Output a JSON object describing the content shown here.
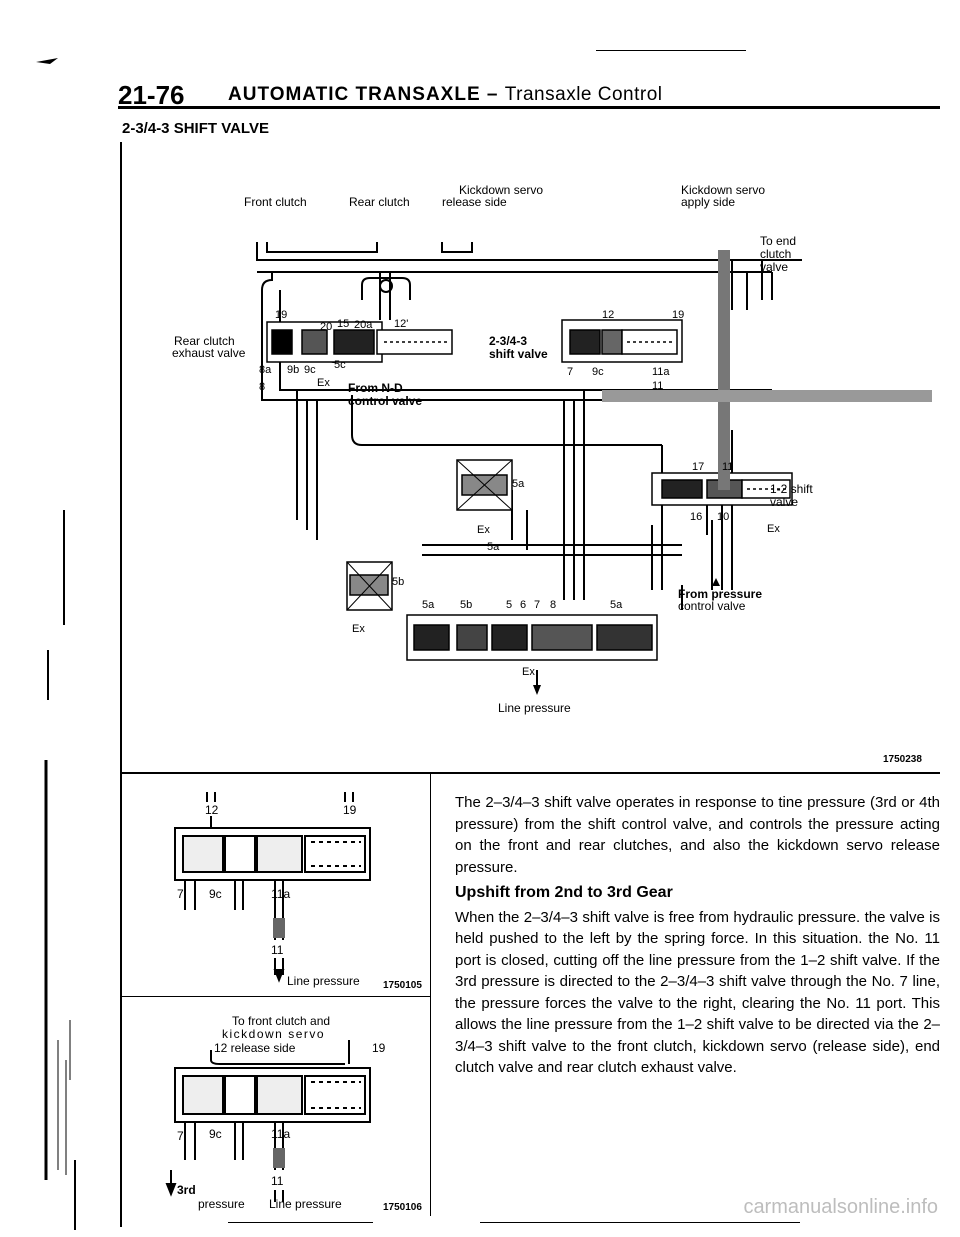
{
  "header": {
    "page_number": "21-76",
    "title": "AUTOMATIC TRANSAXLE",
    "dash": "–",
    "subtitle": "Transaxle Control"
  },
  "section_title": "2-3/4-3 SHIFT VALVE",
  "main_figure": {
    "labels": {
      "front_clutch": "Front clutch",
      "rear_clutch": "Rear clutch",
      "kickdown_servo_release_1": "Kickdown servo",
      "kickdown_servo_release_2": "release side",
      "kickdown_servo_apply_1": "Kickdown servo",
      "kickdown_servo_apply_2": "apply side",
      "to_end_clutch_1": "To end",
      "to_end_clutch_2": "clutch",
      "to_end_clutch_3": "valve",
      "rear_clutch_exhaust_1": "Rear clutch",
      "rear_clutch_exhaust_2": "exhaust valve",
      "shift_valve_1": "2-3/4-3",
      "shift_valve_2": "shift valve",
      "from_nd_1": "From N-D",
      "from_nd_2": "control valve",
      "one_two_shift_1": "1-2 shift",
      "one_two_shift_2": "valve",
      "from_pressure_1": "From pressure",
      "from_pressure_2": "control valve",
      "line_pressure": "Line pressure"
    },
    "port_numbers": [
      "19",
      "20",
      "15",
      "20a",
      "12'",
      "8a",
      "9b",
      "9c",
      "5c",
      "Ex",
      "8",
      "12",
      "19",
      "7",
      "9c",
      "11a",
      "11",
      "17",
      "11",
      "16",
      "10",
      "Ex",
      "5a",
      "Ex",
      "5a",
      "5b",
      "Ex",
      "5a",
      "5b",
      "5",
      "6",
      "7",
      "8",
      "5a",
      "Ex"
    ],
    "figure_id": "1750238"
  },
  "figure_small_1": {
    "top_numbers": [
      "12",
      "19"
    ],
    "bottom_numbers": [
      "7",
      "9c",
      "11a",
      "11"
    ],
    "line_pressure": "Line pressure",
    "figure_id": "1750105"
  },
  "figure_small_2": {
    "caption_1": "To front clutch and",
    "caption_2": "kickdown servo",
    "caption_3_left": "12 release side",
    "caption_3_right": "19",
    "bottom_numbers": [
      "7",
      "9c",
      "11a",
      "11"
    ],
    "third_label": "3rd",
    "pressure_label": "pressure",
    "line_pressure": "Line pressure",
    "figure_id": "1750106"
  },
  "body": {
    "para1": "The 2–3/4–3 shift valve operates in response to tine pressure (3rd or 4th pressure) from the shift control valve, and controls the pressure acting on the front and rear clutches, and also the kickdown servo release pressure.",
    "subhead": "Upshift from 2nd to 3rd Gear",
    "para2": "When the 2–3/4–3 shift valve is free from hydraulic pressure. the valve is held pushed to the left by the spring force. In this situation. the No. 11 port is closed, cutting off the line pressure from the 1–2 shift valve. If the 3rd pressure is directed to the 2–3/4–3 shift valve through the No. 7 line, the pressure forces the valve to the right, clearing the No. 11 port. This allows the line pressure from the 1–2 shift valve to be directed via the 2–3/4–3 shift valve to the front clutch, kickdown servo (release side), end clutch valve and rear clutch exhaust valve."
  },
  "footer": "carmanualsonline.info"
}
